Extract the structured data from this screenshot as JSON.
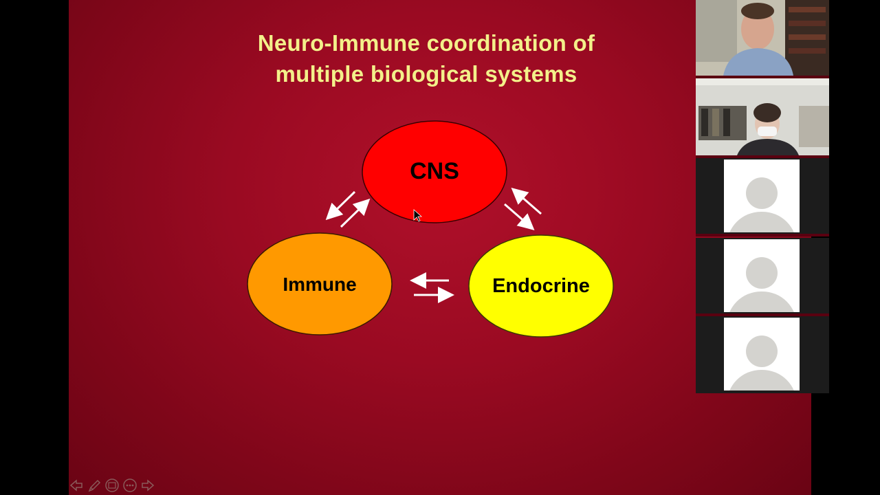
{
  "slide": {
    "title_line1": "Neuro-Immune coordination of",
    "title_line2": "multiple biological systems",
    "nodes": {
      "cns": "CNS",
      "immune": "Immune",
      "endocrine": "Endocrine"
    },
    "colors": {
      "title": "#f3f08a",
      "cns": "#ff0000",
      "immune": "#ff9900",
      "endocrine": "#ffff00",
      "background": "#9a0a22"
    }
  },
  "slide_controls": {
    "icons": [
      "previous-slide-icon",
      "pen-icon",
      "slides-grid-icon",
      "more-options-icon",
      "next-slide-icon"
    ]
  },
  "video_gallery": {
    "participants": [
      {
        "type": "video"
      },
      {
        "type": "video"
      },
      {
        "type": "avatar",
        "icon": "person-avatar-icon"
      },
      {
        "type": "avatar",
        "icon": "person-avatar-icon"
      },
      {
        "type": "avatar",
        "icon": "person-avatar-icon"
      }
    ]
  }
}
